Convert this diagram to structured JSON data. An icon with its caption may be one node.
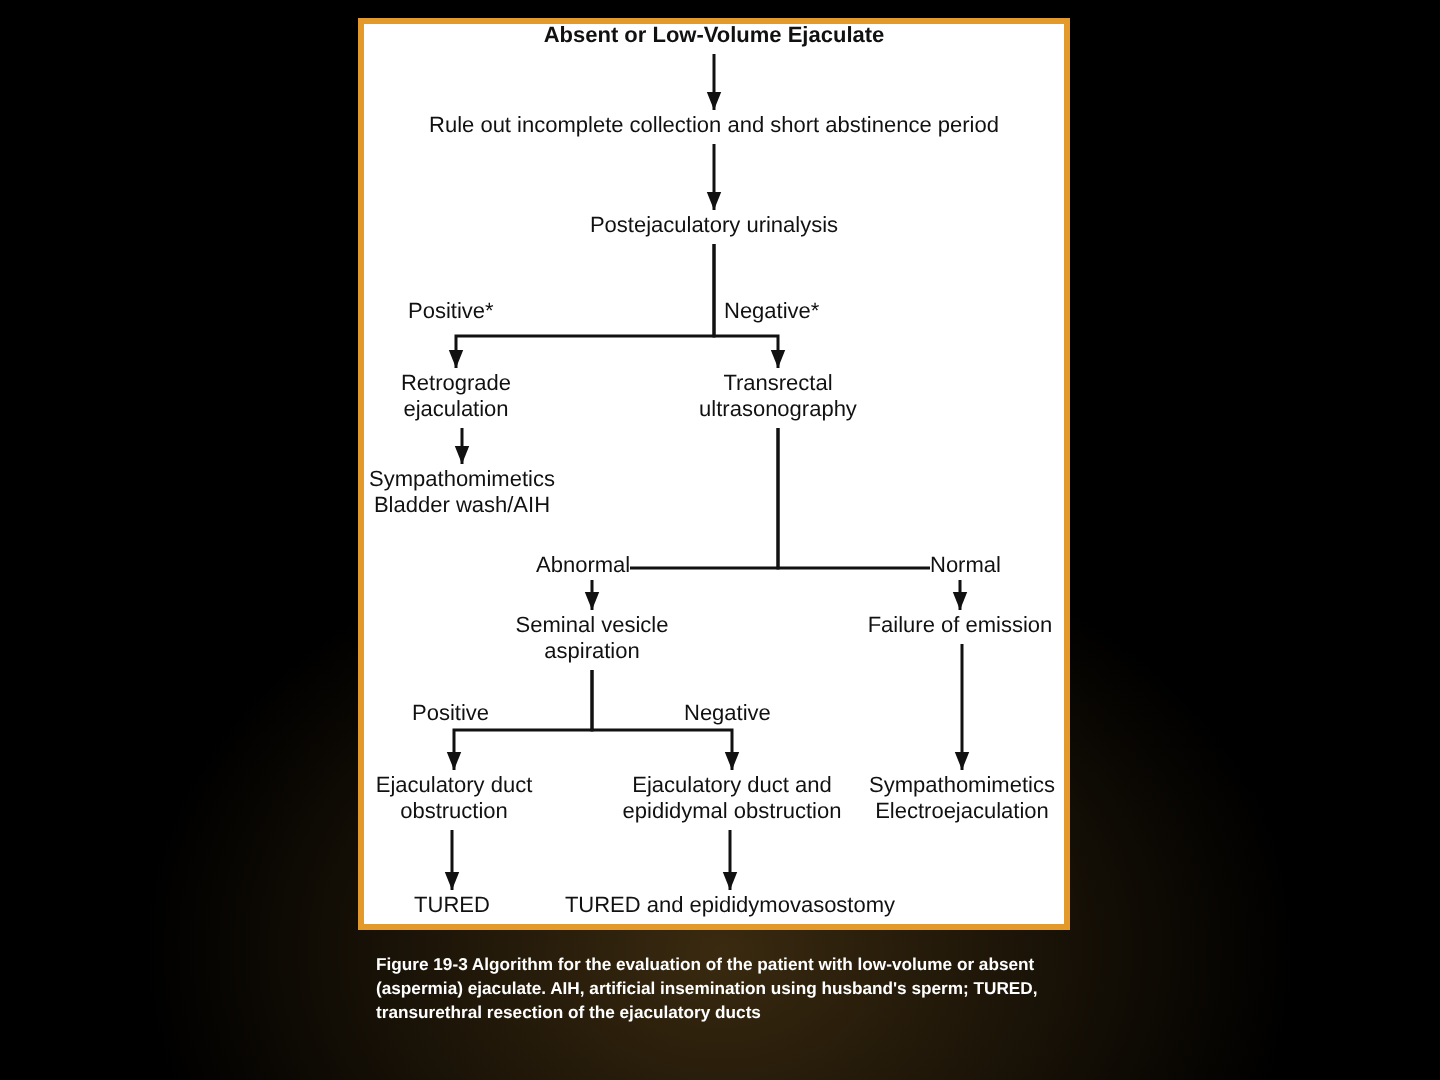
{
  "diagram": {
    "caption": "Figure 19-3 Algorithm for the evaluation of the patient with low-volume or absent (aspermia) ejaculate. AIH, artificial insemination using husband's sperm; TURED, transurethral resection of the ejaculatory ducts",
    "nodes": [
      {
        "text": [
          "Absent or Low-Volume Ejaculate"
        ]
      },
      {
        "text": [
          "Rule out incomplete collection and short abstinence period"
        ]
      },
      {
        "text": [
          "Postejaculatory urinalysis"
        ]
      },
      {
        "text": [
          "Retrograde ejaculation"
        ]
      },
      {
        "text": [
          "Transrectal ultrasonography"
        ]
      },
      {
        "text": [
          "Sympathomimetics Bladder wash/AIH"
        ]
      },
      {
        "text": [
          "Seminal vesicle aspiration"
        ]
      },
      {
        "text": [
          "Failure of emission"
        ]
      },
      {
        "text": [
          "Ejaculatory duct obstruction"
        ]
      },
      {
        "text": [
          "Ejaculatory duct and epididymal obstruction"
        ]
      },
      {
        "text": [
          "Sympathomimetics Electroejaculation"
        ]
      },
      {
        "text": [
          "TURED"
        ]
      },
      {
        "text": [
          "TURED and epididymovasostomy"
        ]
      }
    ],
    "edges": [
      {
        "from": 0,
        "to": 1,
        "arrow": "to"
      },
      {
        "from": 1,
        "to": 2,
        "arrow": "to"
      },
      {
        "from": 2,
        "to": 3,
        "arrow": "to",
        "label": "Positive*"
      },
      {
        "from": 2,
        "to": 4,
        "arrow": "to",
        "label": "Negative*"
      },
      {
        "from": 3,
        "to": 5,
        "arrow": "to"
      },
      {
        "from": 4,
        "to": 6,
        "arrow": "to",
        "label": "Abnormal"
      },
      {
        "from": 4,
        "to": 7,
        "arrow": "to",
        "label": "Normal"
      },
      {
        "from": 6,
        "to": 8,
        "arrow": "to",
        "label": "Positive"
      },
      {
        "from": 6,
        "to": 9,
        "arrow": "to",
        "label": "Negative"
      },
      {
        "from": 7,
        "to": 10,
        "arrow": "to"
      },
      {
        "from": 8,
        "to": 11,
        "arrow": "to"
      },
      {
        "from": 9,
        "to": 12,
        "arrow": "to"
      }
    ]
  }
}
